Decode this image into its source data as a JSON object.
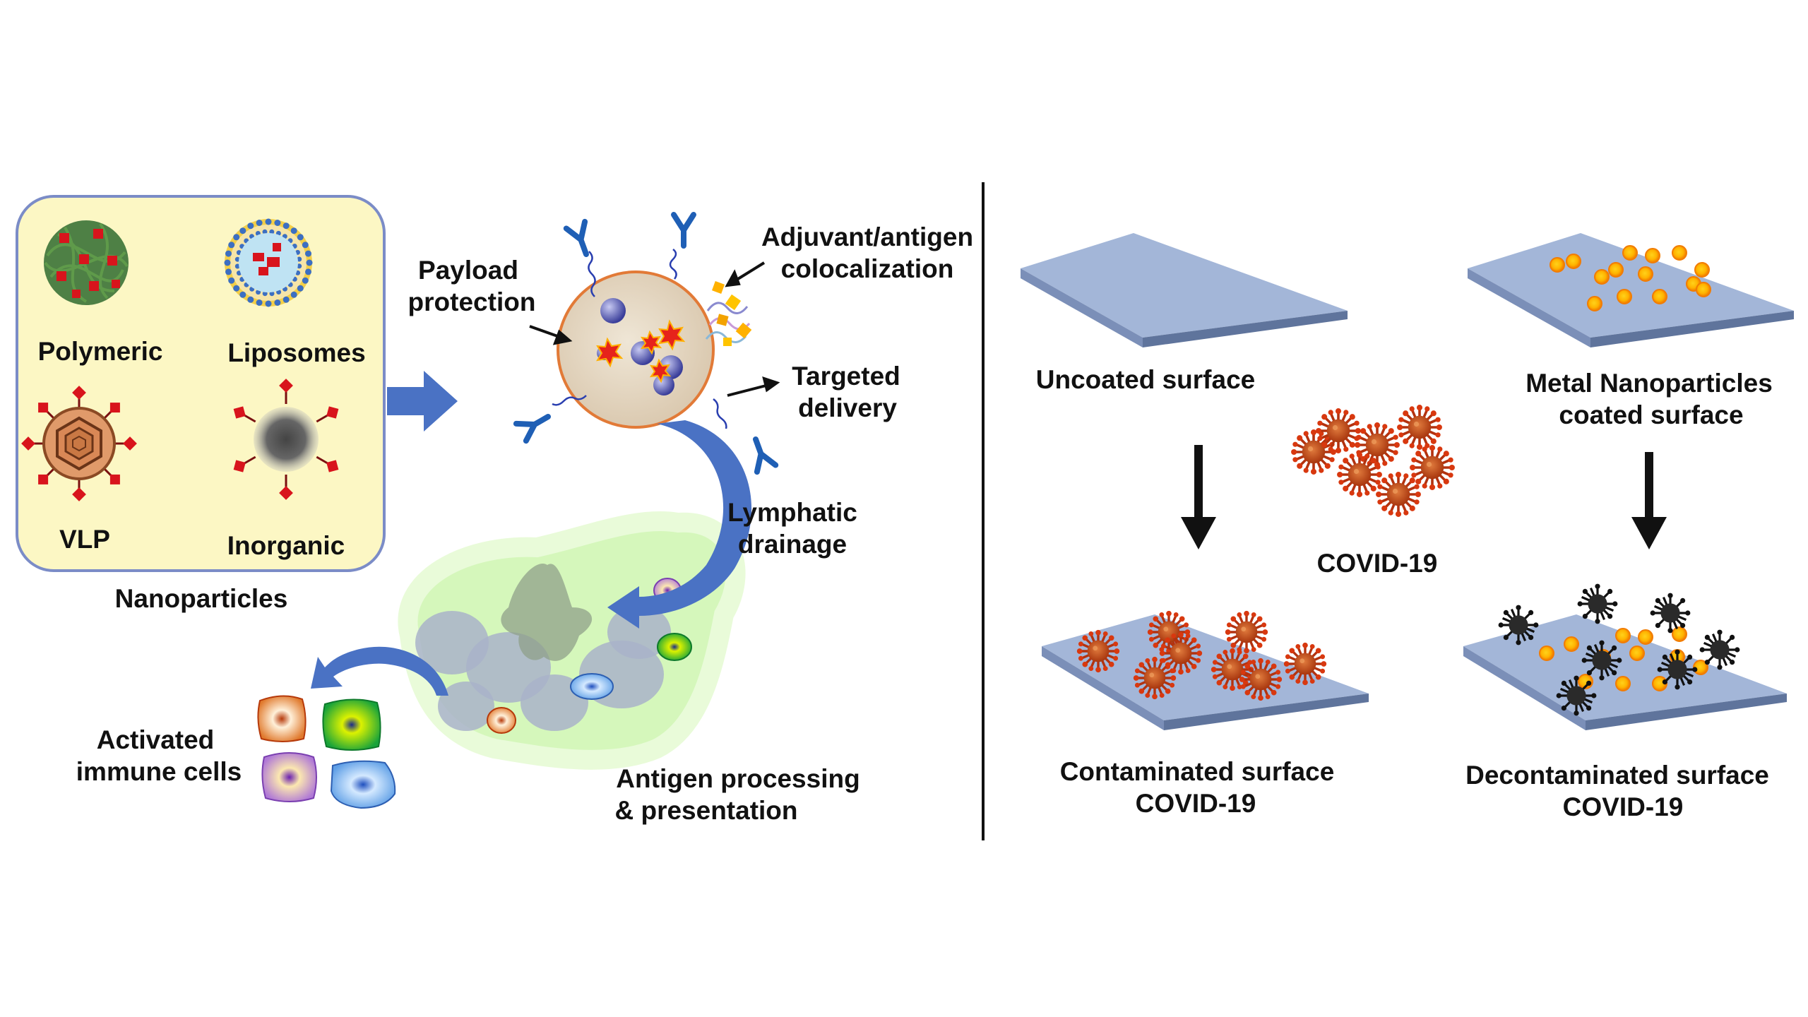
{
  "left_panel": {
    "nanoparticle_types": {
      "polymeric": "Polymeric",
      "liposomes": "Liposomes",
      "vlp": "VLP",
      "inorganic": "Inorganic"
    },
    "box_caption": "Nanoparticles",
    "payload": {
      "line1": "Payload",
      "line2": "protection"
    },
    "adjuvant": {
      "line1": "Adjuvant/antigen",
      "line2": "colocalization"
    },
    "targeted": {
      "line1": "Targeted",
      "line2": "delivery"
    },
    "lymphatic": {
      "line1": "Lymphatic",
      "line2": "drainage"
    },
    "activated": {
      "line1": "Activated",
      "line2": "immune cells"
    },
    "antigen": {
      "line1": "Antigen processing",
      "line2": "& presentation"
    }
  },
  "right_panel": {
    "uncoated": "Uncoated surface",
    "metal": {
      "line1": "Metal Nanoparticles",
      "line2": "coated surface"
    },
    "covid_label": "COVID-19",
    "contaminated": {
      "line1": "Contaminated surface",
      "line2": "COVID-19"
    },
    "decontaminated": {
      "line1": "Decontaminated surface",
      "line2": "COVID-19"
    }
  },
  "colors": {
    "box_fill": "#fcf7c4",
    "box_stroke": "#7b8cc7",
    "arrow_blue": "#4a72c4",
    "surface_top": "#a3b6d8",
    "surface_edge": "#6f85b0",
    "virus": "#c24a1d",
    "spike_red": "#d8141c",
    "np_gold": "#ffd000",
    "np_orange": "#f08c00",
    "antibody": "#1f5fb5"
  }
}
